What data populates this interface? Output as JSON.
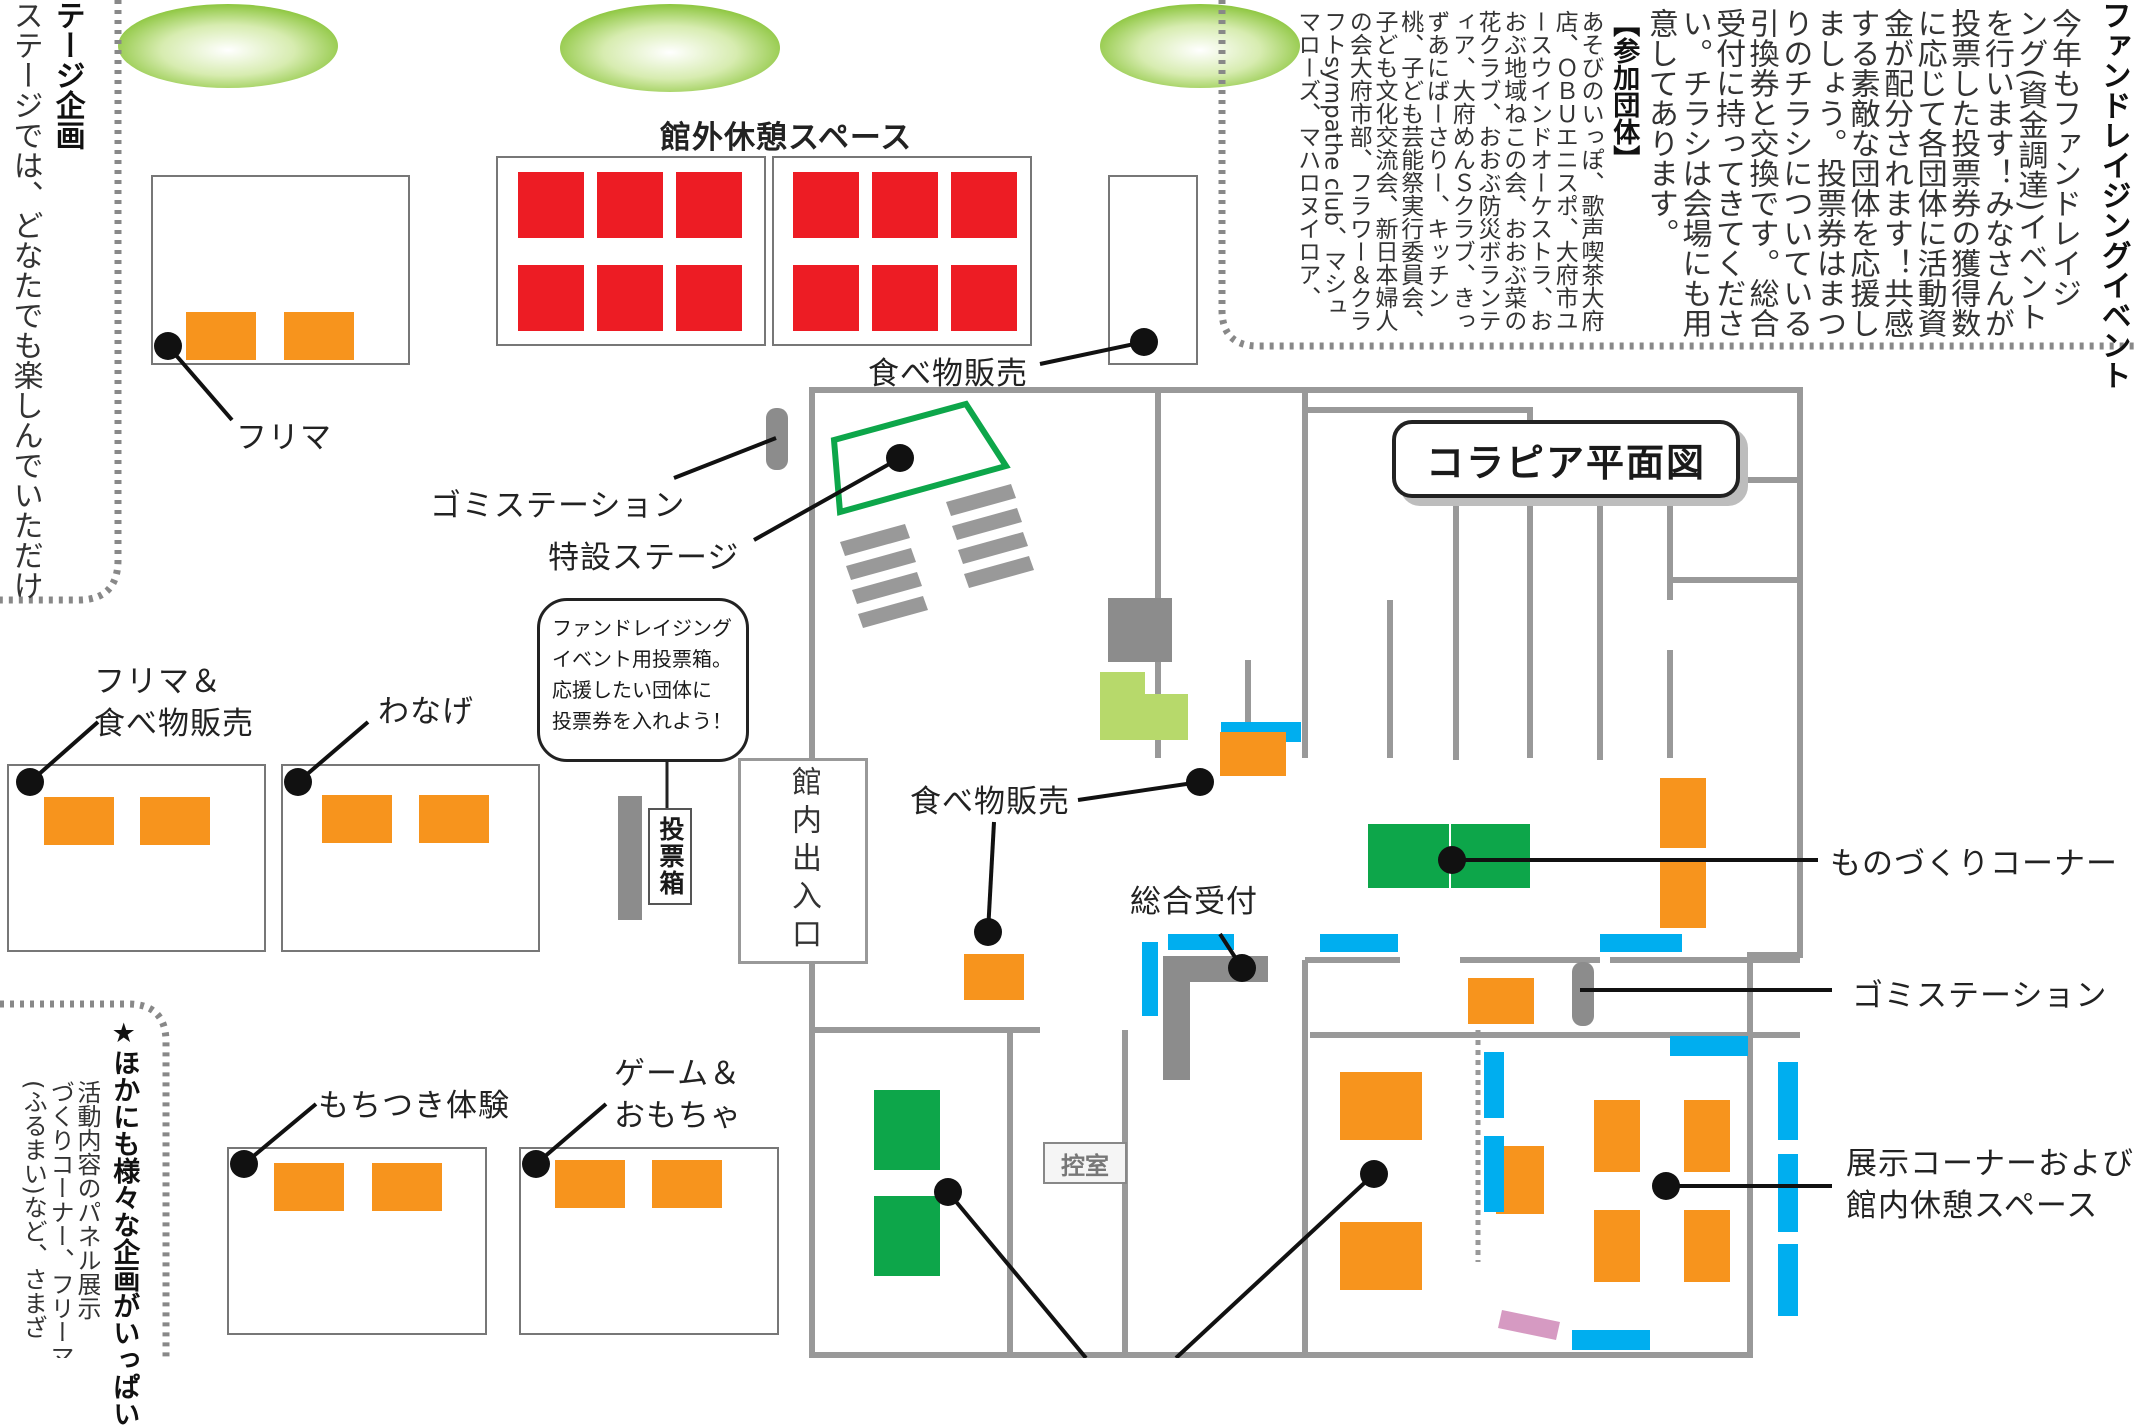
{
  "title": "コラピア平面図",
  "outdoor_rest_title": "館外休憩スペース",
  "labels": {
    "flea_market": "フリマ",
    "garbage_station_left": "ゴミステーション",
    "special_stage": "特設ステージ",
    "food_sales_top": "食べ物販売",
    "flea_food_1": "フリマ＆",
    "flea_food_2": "食べ物販売",
    "ring_toss": "わなげ",
    "mochitsuki": "もちつき体験",
    "game_toys_1": "ゲーム＆",
    "game_toys_2": "おもちゃ",
    "food_sales_middle": "食べ物販売",
    "general_reception": "総合受付",
    "monozukuri_corner": "ものづくりコーナー",
    "garbage_station_right": "ゴミステーション",
    "exhibit_1": "展示コーナーおよび",
    "exhibit_2": "館内休憩スペース",
    "entrance": "館内出入口",
    "ballot_box": "投票箱",
    "waiting_room": "控室"
  },
  "bubble_lines": [
    "ファンドレイジング",
    "イベント用投票箱。",
    "応援したい団体に",
    "投票券を入れよう！"
  ],
  "stage_panel": {
    "heading": "テージ企画",
    "body": "ステージでは、どなたでも楽しんでいただけ"
  },
  "fundraising_panel": {
    "heading": "ファンドレイジングイベント",
    "body_columns": [
      "今年もファンドレイジ",
      "ング(資金調達)イベント",
      "を行います！みなさんが",
      "投票した投票券の獲得数",
      "に応じて各団体に活動資",
      "金が配分されます！共感",
      "する素敵な団体を応援し",
      "ましょう。投票券はまつ",
      "りのチラシについている",
      "引換券と交換です。総合",
      "受付に持ってきてくださ",
      "い。チラシは会場にも用",
      "意してあります。"
    ]
  },
  "participants_panel": {
    "heading": "【参加団体】",
    "body_columns": [
      "あそびのいっぽ、歌声喫茶大府",
      "店、ＯＢＵエニスポ、大府市ユ",
      "ースウインドオーケストラ、お",
      "おぶ地域ねこの会、おおぶ菜の",
      "花クラブ、おおぶ防災ボランテ",
      "ィア、大府めんＳクラブ、きっ",
      "ずあにばーさりー、キッチン",
      "桃、子ども芸能祭実行委員会、",
      "子ども文化交流会、新日本婦人",
      "の会大府市部、フラワー＆クラ",
      "フトsympathe club、マシュ",
      "マローズ、マハロヌイロア、"
    ]
  },
  "other_panel": {
    "heading": "★ほかにも様々な企画がいっぱい",
    "body_columns": [
      "活動内容のパネル展示",
      "づくりコーナー、フリーマ",
      "(ふるまい)など、さまざ"
    ]
  },
  "colors": {
    "orange": "#f7941d",
    "red": "#ed1c24",
    "green": "#0da64a",
    "blue": "#00aeef",
    "light_green": "#b7d96b",
    "gray": "#8c8c8c",
    "wall": "#999999",
    "pink": "#d69ac2",
    "tree": "#8dc63f"
  }
}
